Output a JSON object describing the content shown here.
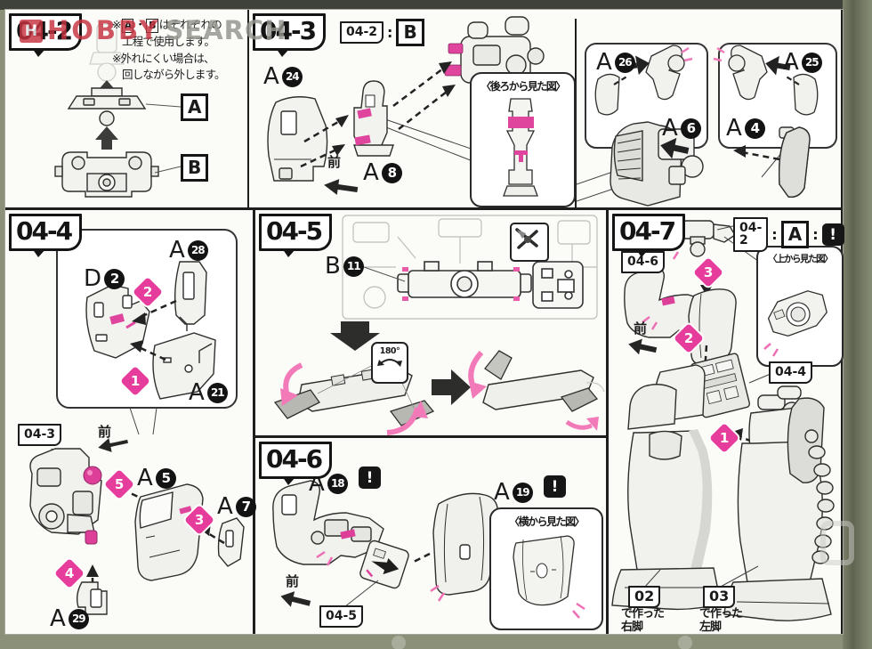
{
  "brand": {
    "logo_letter": "H",
    "hobby": "HOBBY",
    "search": "SEARCH"
  },
  "colors": {
    "accent_pink": "#e63d9c",
    "watermark_red": "#c63240",
    "scan_background": "#8b9179"
  },
  "p042": {
    "header": "04-2",
    "note_prefix": "※",
    "note_a": "A",
    "note_dot": "・",
    "note_b": "B",
    "note_line1_rest": "はそれぞれの",
    "note_line2": "工程で使用します。",
    "note_line3": "※外れにくい場合は、",
    "note_line4": "回しながら外します。",
    "label_a": "A",
    "label_b": "B"
  },
  "p043": {
    "header": "04-3",
    "ref_step": "04-2",
    "colon": ":",
    "ref_part": "B",
    "a24_letter": "A",
    "a24_num": "24",
    "a8_letter": "A",
    "a8_num": "8",
    "front": "前",
    "callout": "〈後ろから見た図〉"
  },
  "ptr": {
    "a26_letter": "A",
    "a26_num": "26",
    "a6_letter": "A",
    "a6_num": "6",
    "a4_letter": "A",
    "a4_num": "4",
    "a25_letter": "A",
    "a25_num": "25"
  },
  "p044": {
    "header": "04-4",
    "a28_letter": "A",
    "a28_num": "28",
    "d2_letter": "D",
    "d2_num": "2",
    "a21_letter": "A",
    "a21_num": "21",
    "s1": "1",
    "s2": "2",
    "s3": "3",
    "s4": "4",
    "s5": "5",
    "ref_043": "04-3",
    "front": "前",
    "a5_letter": "A",
    "a5_num": "5",
    "a7_letter": "A",
    "a7_num": "7",
    "a29_letter": "A",
    "a29_num": "29"
  },
  "p045": {
    "header": "04-5",
    "b11_letter": "B",
    "b11_num": "11",
    "rotate": "180°"
  },
  "p046": {
    "header": "04-6",
    "a18_letter": "A",
    "a18_num": "18",
    "warn18": "!",
    "a19_letter": "A",
    "a19_num": "19",
    "warn19": "!",
    "front": "前",
    "ref_045": "04-5",
    "callout": "〈横から見た図〉"
  },
  "p047": {
    "header": "04-7",
    "ref_042": "04-2",
    "colon1": ":",
    "ref_part": "A",
    "colon2": ":",
    "warn": "!",
    "callout_top": "〈上から見た図〉",
    "ref_046": "04-6",
    "ref_044": "04-4",
    "s1": "1",
    "s2": "2",
    "s3": "3",
    "front": "前",
    "leg02_num": "02",
    "leg02_made": "で作った",
    "leg02_side": "右脚",
    "leg03_num": "03",
    "leg03_made": "で作った",
    "leg03_side": "左脚"
  }
}
